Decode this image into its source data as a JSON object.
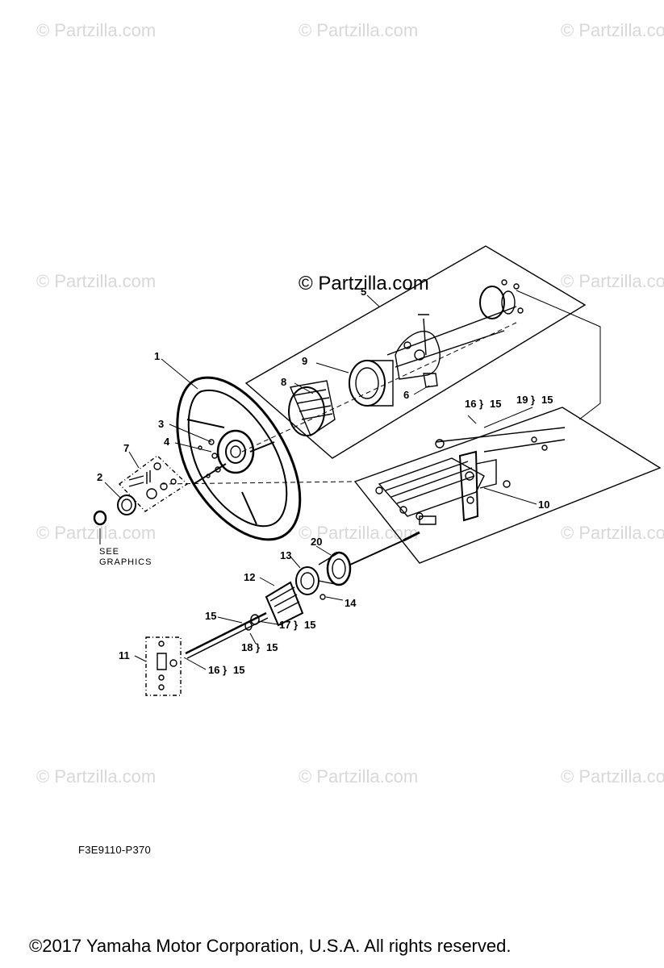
{
  "watermarks": {
    "text": "© Partzilla.com",
    "featured": "© Partzilla.com"
  },
  "diagram": {
    "drawing_code": "F3E9110-P370",
    "see_graphics": [
      "SEE",
      "GRAPHICS"
    ],
    "callouts": {
      "c1": "1",
      "c2": "2",
      "c3": "3",
      "c4": "4",
      "c5": "5",
      "c6": "6",
      "c7": "7",
      "c8": "8",
      "c9": "9",
      "c10": "10",
      "c11": "11",
      "c12": "12",
      "c13": "13",
      "c14": "14",
      "c15": "15",
      "c16a": "16",
      "c16a_ref": "15",
      "c19": "19",
      "c19_ref": "15",
      "c17": "17",
      "c17_ref": "15",
      "c18": "18",
      "c18_ref": "15",
      "c16b": "16",
      "c16b_ref": "15",
      "c20": "20"
    }
  },
  "footer": {
    "copyright": "©2017  Yamaha Motor Corporation, U.S.A. All rights reserved."
  }
}
